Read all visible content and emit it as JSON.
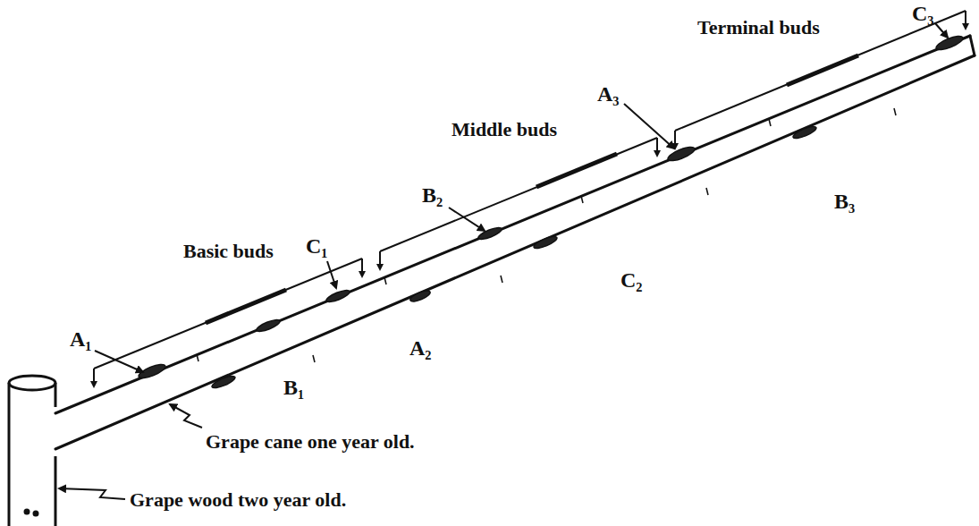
{
  "diagram": {
    "labels": [
      "C₃",
      "Terminal buds",
      "A₃",
      "Middle buds",
      "B₂",
      "B₃",
      "C₁",
      "Basic buds",
      "C₂",
      "A₁",
      "A₂",
      "B₁",
      "Grape cane one year old.",
      "Grape wood two year old."
    ]
  }
}
